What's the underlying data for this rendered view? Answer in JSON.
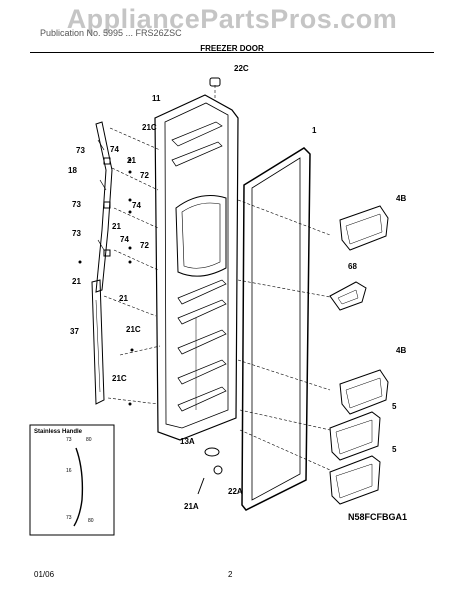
{
  "watermark": "AppliancePartsPros.com",
  "subheader": "Publication No. 5995 ... FRS26ZSC",
  "title": "FREEZER DOOR",
  "diagram_code": "N58FCFBGA1",
  "footer": {
    "date": "01/06",
    "page": "2"
  },
  "inset": {
    "title": "Stainless Handle",
    "labels": [
      "73",
      "80",
      "16",
      "73",
      "80"
    ]
  },
  "callouts": {
    "c22C_top": "22C",
    "c11": "11",
    "c21C_a": "21C",
    "c1": "1",
    "c73_a": "73",
    "c74_a": "74",
    "c21_a": "21",
    "c18": "18",
    "c72_a": "72",
    "c73_b": "73",
    "c74_b": "74",
    "c21_b": "21",
    "c73_c": "73",
    "c74_c": "74",
    "c72_b": "72",
    "c21_c": "21",
    "c21_d": "21",
    "c37": "37",
    "c21C_b": "21C",
    "c21C_c": "21C",
    "c4B_a": "4B",
    "c68": "68",
    "c4B_b": "4B",
    "c5_a": "5",
    "c5_b": "5",
    "c13A": "13A",
    "c22A": "22A",
    "c21A": "21A"
  }
}
